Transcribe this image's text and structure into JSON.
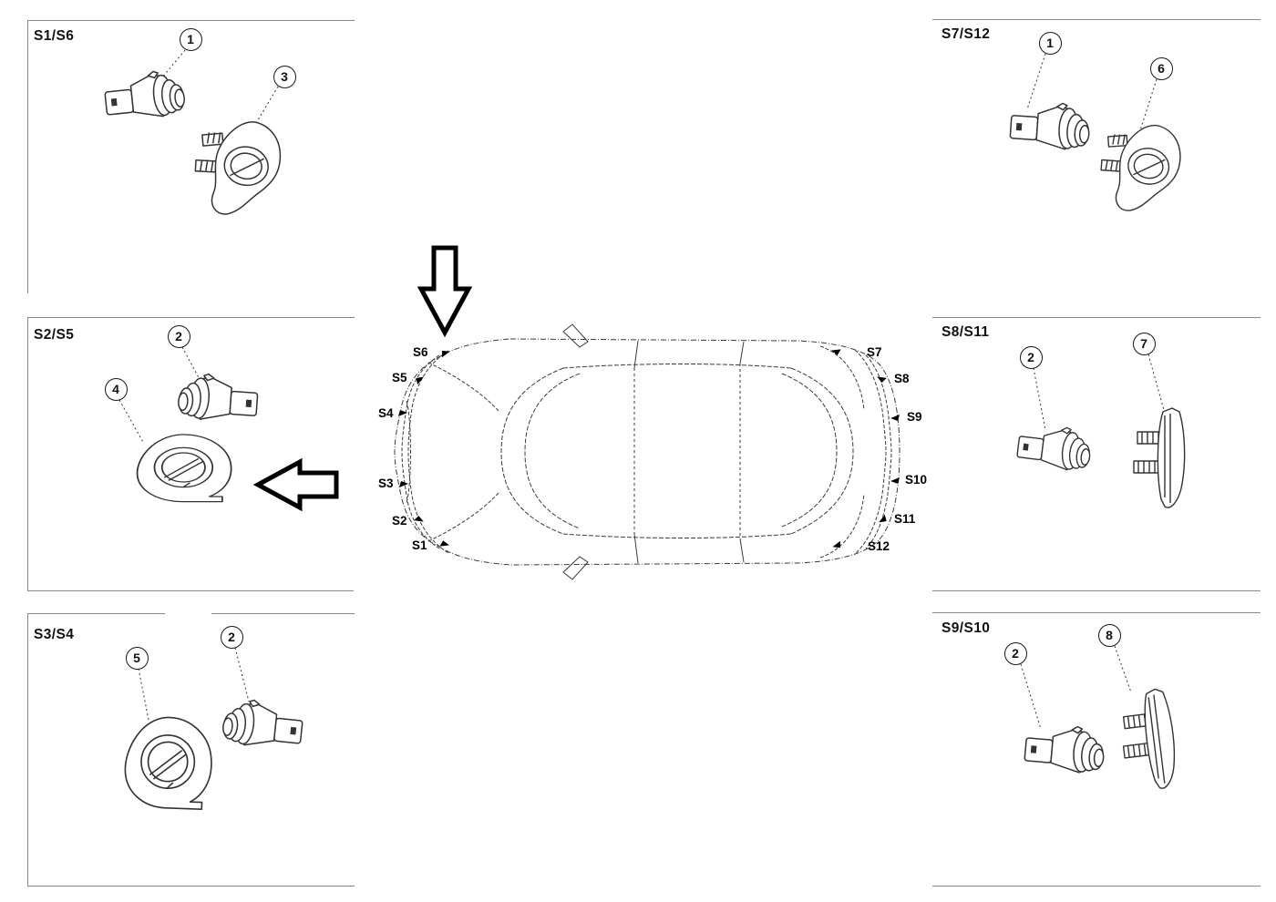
{
  "panels": [
    {
      "id": "s1-s6",
      "title": "S1/S6",
      "callouts": [
        "1",
        "3"
      ]
    },
    {
      "id": "s2-s5",
      "title": "S2/S5",
      "callouts": [
        "2",
        "4"
      ]
    },
    {
      "id": "s3-s4",
      "title": "S3/S4",
      "callouts": [
        "5",
        "2"
      ]
    },
    {
      "id": "s7-s12",
      "title": "S7/S12",
      "callouts": [
        "1",
        "6"
      ]
    },
    {
      "id": "s8-s11",
      "title": "S8/S11",
      "callouts": [
        "2",
        "7"
      ]
    },
    {
      "id": "s9-s10",
      "title": "S9/S10",
      "callouts": [
        "2",
        "8"
      ]
    }
  ],
  "car": {
    "labels": [
      "S1",
      "S2",
      "S3",
      "S4",
      "S5",
      "S6",
      "S7",
      "S8",
      "S9",
      "S10",
      "S11",
      "S12"
    ]
  },
  "icons": {
    "down_arrow": "outline-arrow-down",
    "left_arrow": "outline-arrow-left",
    "sensor_marker": "small-black-position-wedge"
  },
  "colors": {
    "line_art": "#333333",
    "panel_rule": "#8a8a8a",
    "text": "#111111",
    "background": "#ffffff"
  }
}
